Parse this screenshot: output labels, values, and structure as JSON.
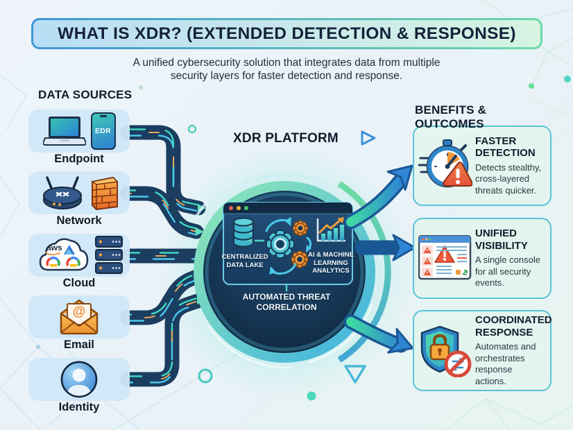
{
  "header": {
    "title": "WHAT IS XDR? (EXTENDED DETECTION & RESPONSE)",
    "subtitle_line1": "A unified cybersecurity solution that integrates data from multiple",
    "subtitle_line2": "security layers for faster detection and response."
  },
  "data_sources": {
    "heading": "DATA SOURCES",
    "edr_badge": "EDR",
    "aws_label": "aws",
    "email_at": "@",
    "items": [
      {
        "label": "Endpoint"
      },
      {
        "label": "Network"
      },
      {
        "label": "Cloud"
      },
      {
        "label": "Email"
      },
      {
        "label": "Identity"
      }
    ]
  },
  "platform": {
    "heading": "XDR PLATFORM",
    "data_lake": "CENTRALIZED DATA LAKE",
    "ai_analytics": "AI & MACHINE LEARNING ANALYTICS",
    "correlation": "AUTOMATED THREAT CORRELATION"
  },
  "benefits": {
    "heading": "BENEFITS & OUTCOMES",
    "items": [
      {
        "title": "FASTER DETECTION",
        "desc": "Detects stealthy, cross-layered threats quicker."
      },
      {
        "title": "UNIFIED VISIBILITY",
        "desc": "A single console for all security events."
      },
      {
        "title": "COORDINATED RESPONSE",
        "desc": "Automates and orchestrates response actions."
      }
    ]
  },
  "colors": {
    "banner_border_blue": "#3e97d4",
    "banner_border_green": "#6cd8a8",
    "pipe_dark": "#1b3d60",
    "streak_teal": "#3fd8c0",
    "streak_cyan": "#4cc8ec",
    "streak_orange": "#e8a85c",
    "circle_ring_green": "#8fe8b6",
    "circle_ring_blue": "#3fb2e0",
    "circle_inner_dark": "#0d2440",
    "arrow_green": "#3fd9a2",
    "arrow_blue": "#2f86d4",
    "benefit_card_bg": "#e4f4ee",
    "benefit_card_border": "#58c4d8",
    "source_card_bg": "#d0e7f8",
    "warning_red": "#e4503a",
    "accent_orange": "#f09a3c"
  }
}
